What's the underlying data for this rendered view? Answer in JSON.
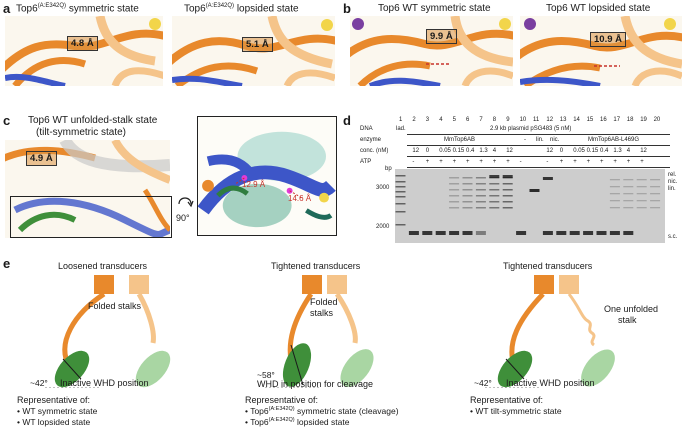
{
  "panel_a": {
    "label": "a",
    "left_title_pre": "Top6",
    "left_title_sup": "(A:E342Q)",
    "left_title_post": " symmetric state",
    "left_distance": "4.8 Å",
    "right_title_pre": "Top6",
    "right_title_sup": "(A:E342Q)",
    "right_title_post": " lopsided state",
    "right_distance": "5.1 Å"
  },
  "panel_b": {
    "label": "b",
    "left_title": "Top6 WT symmetric state",
    "left_distance": "9.9 Å",
    "right_title": "Top6 WT lopsided state",
    "right_distance": "10.9 Å"
  },
  "panel_c": {
    "label": "c",
    "title_line1": "Top6 WT unfolded-stalk state",
    "title_line2": "(tilt-symmetric state)",
    "distance": "4.9 Å",
    "rotation": "90°",
    "inset_distance_1": "12.9 Å",
    "inset_distance_2": "14.6 Å"
  },
  "panel_d": {
    "label": "d",
    "lane_numbers": [
      "1",
      "2",
      "3",
      "4",
      "5",
      "6",
      "7",
      "8",
      "9",
      "10",
      "11",
      "12",
      "13",
      "14",
      "15",
      "16",
      "17",
      "18",
      "19",
      "20"
    ],
    "row_labels": {
      "dna": "DNA",
      "enzyme": "enzyme",
      "conc": "conc. (nM)",
      "atp": "ATP"
    },
    "lad": "lad.",
    "dna_value": "2.9 kb plasmid pSG483 (5 nM)",
    "enzyme_1": "MmTop6AB",
    "enzyme_2": "MmTop6AB-L469G",
    "lin": "lin.",
    "nic": "nic.",
    "dash": "-",
    "conc_1": [
      "12",
      "0",
      "0.05",
      "0.15",
      "0.4",
      "1.3",
      "4",
      "12"
    ],
    "conc_2": [
      "12",
      "0",
      "0.05",
      "0.15",
      "0.4",
      "1.3",
      "4",
      "12"
    ],
    "atp_1": [
      "-",
      "+",
      "+",
      "+",
      "+",
      "+",
      "+",
      "+"
    ],
    "atp_10": "-",
    "atp_2": [
      "-",
      "+",
      "+",
      "+",
      "+",
      "+",
      "+",
      "+"
    ],
    "bp_label": "bp",
    "marker_3000": "3000",
    "marker_2000": "2000",
    "band_labels": [
      "rel.",
      "nic.",
      "lin.",
      "s.c."
    ]
  },
  "panel_e": {
    "label": "e",
    "col1": {
      "title": "Loosened transducers",
      "stalk_label": "Folded stalks",
      "angle": "~42°",
      "position": "Inactive WHD position",
      "rep_title": "Representative of:",
      "bullets": [
        "WT symmetric state",
        "WT lopsided state"
      ]
    },
    "col2": {
      "title": "Tightened transducers",
      "stalk_line1": "Folded",
      "stalk_line2": "stalks",
      "angle": "~58°",
      "position": "WHD in position for cleavage",
      "rep_title": "Representative of:",
      "bullet1_pre": "Top6",
      "bullet1_sup": "(A:E342Q)",
      "bullet1_post": " symmetric state (cleavage)",
      "bullet2_pre": "Top6",
      "bullet2_sup": "(A:E342Q)",
      "bullet2_post": " lopsided state"
    },
    "col3": {
      "title": "Tightened transducers",
      "stalk_line1": "One unfolded",
      "stalk_line2": "stalk",
      "angle": "~42°",
      "position": "Inactive WHD position",
      "rep_title": "Representative of:",
      "bullets": [
        "WT tilt-symmetric state"
      ]
    },
    "bullet_char": "•"
  },
  "colors": {
    "orange": "#e8892c",
    "light_orange": "#f5c48a",
    "dna_blue": "#3d56c8",
    "dark_green": "#3f8f3a",
    "light_green": "#a9d6a3",
    "distance_red": "#c8322a"
  }
}
